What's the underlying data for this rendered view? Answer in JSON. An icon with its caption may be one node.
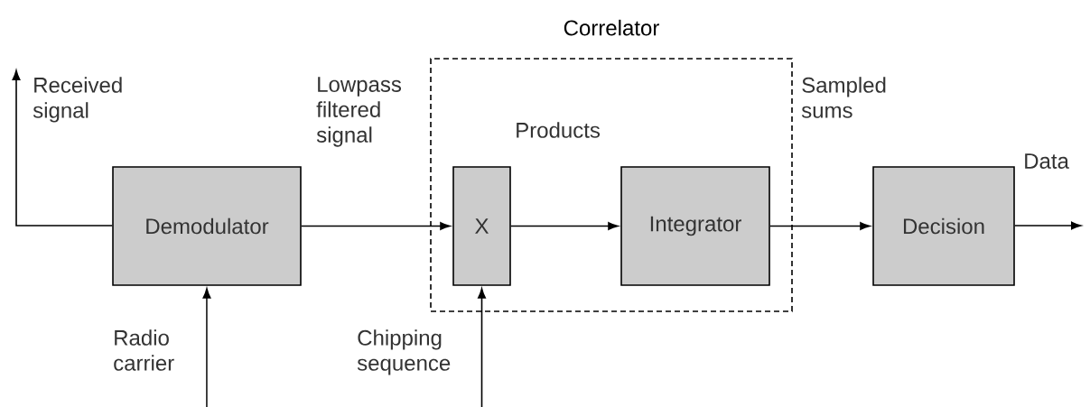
{
  "diagram": {
    "nodes": [
      {
        "text": [
          "Correlator"
        ]
      },
      {
        "text": [
          "Demodulator"
        ]
      },
      {
        "text": [
          "X"
        ],
        "in": 0
      },
      {
        "text": [
          "Integrator"
        ],
        "in": 0
      },
      {
        "text": [
          "Decision"
        ]
      }
    ],
    "edges": [
      {
        "from": 1,
        "to": null,
        "arrow": "to",
        "label": "Received signal"
      },
      {
        "from": 1,
        "to": 2,
        "arrow": "to",
        "label": "Lowpass filtered signal"
      },
      {
        "from": 2,
        "to": 3,
        "arrow": "to",
        "label": "Products"
      },
      {
        "from": 3,
        "to": 4,
        "arrow": "to",
        "label": "Sampled sums"
      },
      {
        "from": 4,
        "to": null,
        "arrow": "to",
        "label": "Data"
      },
      {
        "from": null,
        "to": 1,
        "arrow": "to",
        "label": "Radio carrier"
      },
      {
        "from": null,
        "to": 2,
        "arrow": "to",
        "label": "Chipping sequence"
      }
    ]
  }
}
